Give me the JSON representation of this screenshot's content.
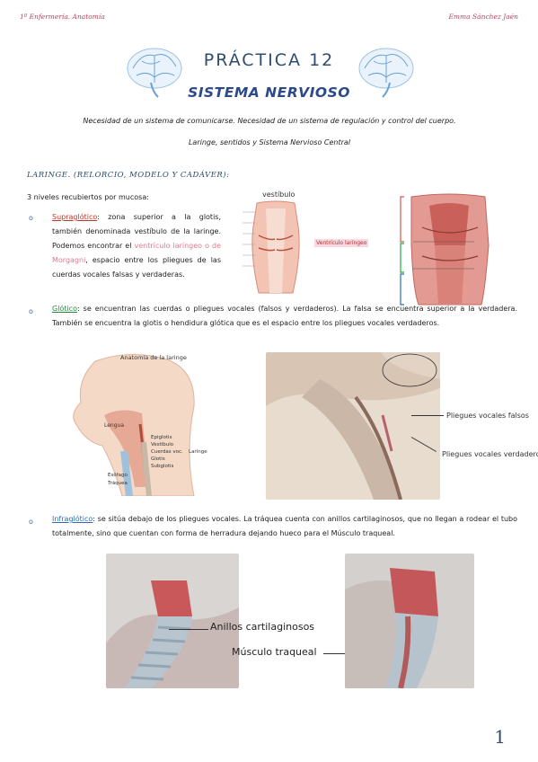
{
  "header": {
    "course": "1º Enfermería. Anatomía",
    "author": "Emma Sánchez Jaén"
  },
  "title": "PRÁCTICA 12",
  "subtitle": "SISTEMA NERVIOSO",
  "intro": {
    "line1": "Necesidad de un sistema de comunicarse. Necesidad de un sistema de regulación y control del cuerpo.",
    "line2": "Laringe, sentidos y Sistema Nervioso Central"
  },
  "section_heading": "LARINGE. (RELORCIO, MODELO Y CADÁVER):",
  "levels_intro": "3 niveles recubiertos por mucosa:",
  "bullet_glyph": "o",
  "supraglotico": {
    "term": "Supraglótico",
    "text_a": ": zona superior a la glotis, también denominada vestíbulo de la laringe. Podemos encontrar el ",
    "highlight": "ventrículo laríngeo o de Morgagni",
    "text_b": ", espacio entre los pliegues de las cuerdas vocales falsas y verdaderas."
  },
  "glotico": {
    "term": "Glótico",
    "text": ": se encuentran las cuerdas o pliegues vocales (falsos y verdaderos). La falsa se encuentra superior a la verdadera. También se encuentra la glotis o hendidura glótica que es el espacio entre los pliegues vocales verdaderos."
  },
  "infraglotico": {
    "term": "Infraglótico",
    "text": ": se sitúa debajo de los pliegues vocales. La tráquea cuenta con anillos cartilaginosos, que no llegan a rodear el tubo totalmente, sino que cuentan con forma de herradura dejando hueco para el Músculo traqueal."
  },
  "figure_labels": {
    "vestibulo": "vestíbulo",
    "ventriculo": "Ventrículo laríngeo",
    "anatomia_laringe": "Anatomía de la laringe",
    "lengua": "Lengua",
    "epiglotis": "Epiglotis",
    "vestibulo_small": "Vestíbulo",
    "cuerdas": "Cuerdas voc.",
    "laringe": "Laringe",
    "glotis": "Glotis",
    "subglotis": "Subglotis",
    "esofago": "Esófago",
    "traquea": "Tráquea",
    "pliegues_falsos": "Pliegues vocales falsos",
    "pliegues_verdaderos": "Pliegues vocales verdaderos",
    "anillos": "Anillos cartilaginosos",
    "musculo": "Músculo traqueal"
  },
  "page_number": "1",
  "colors": {
    "accent_pink": "#b7435a",
    "title_blue": "#2f4d6e",
    "subtitle_blue": "#2c4a8a",
    "supra_red": "#c0392b",
    "glotico_green": "#1e8a3c",
    "infra_blue": "#2d6db5"
  }
}
